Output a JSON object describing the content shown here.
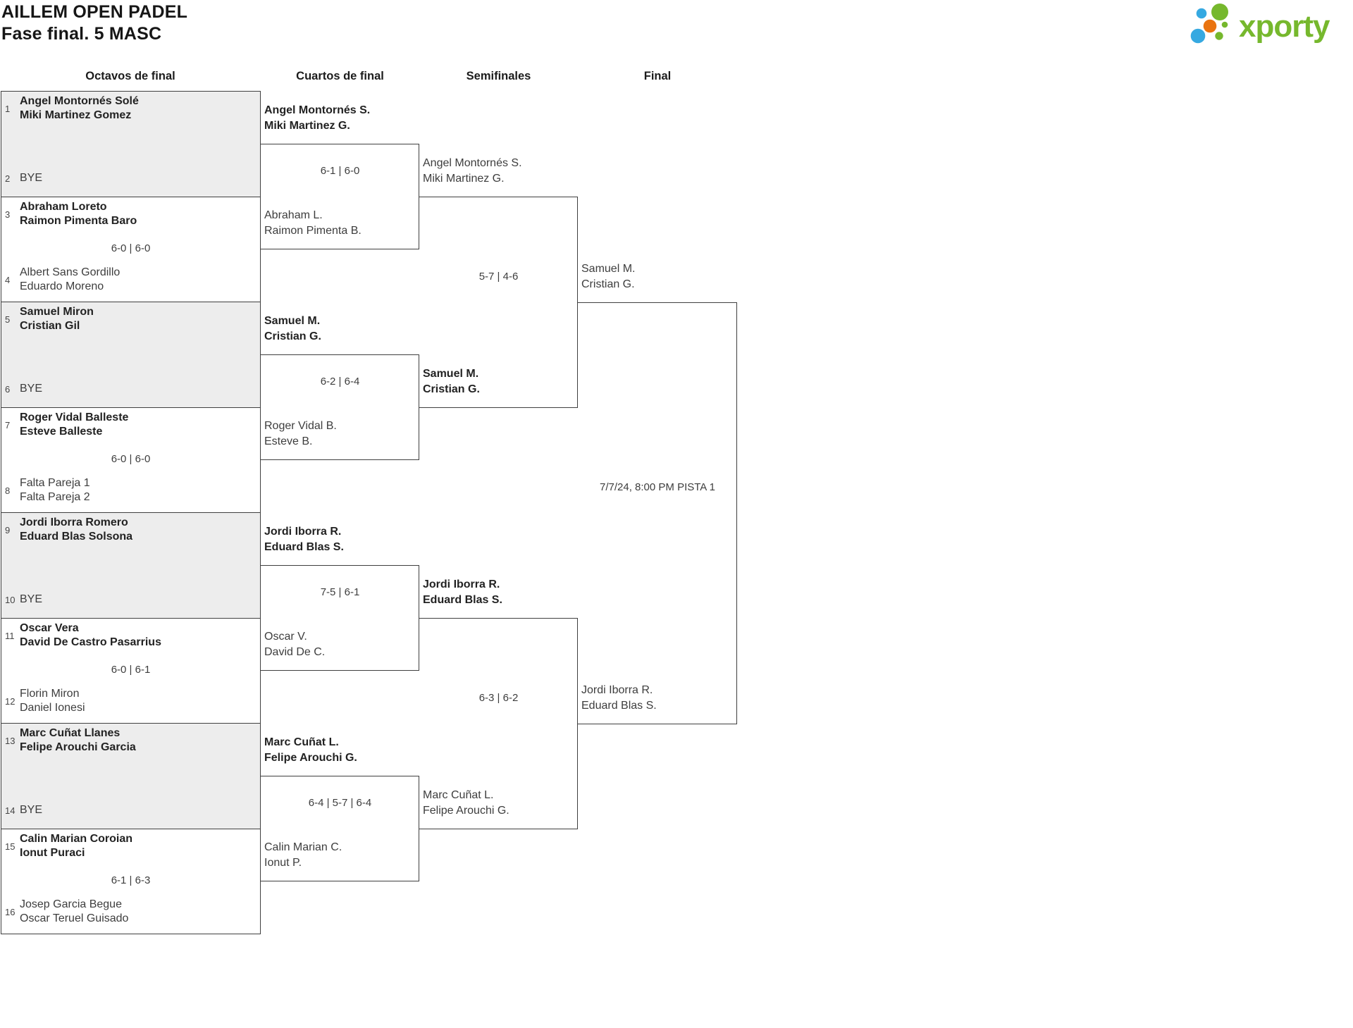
{
  "header": {
    "title": "AILLEM OPEN PADEL",
    "subtitle": "Fase final. 5 MASC"
  },
  "logo": {
    "brand": "xporty",
    "green": "#76b82d",
    "blue": "#36a9e1",
    "orange": "#e97410"
  },
  "round_headers": [
    "Octavos de final",
    "Cuartos de final",
    "Semifinales",
    "Final"
  ],
  "bracket": {
    "octavos": [
      {
        "top_seed": "1",
        "top": [
          "Angel Montornés Solé",
          "Miki Martinez Gomez"
        ],
        "top_winner": true,
        "bottom_seed": "2",
        "bottom": [
          "BYE"
        ],
        "bye": true,
        "score": ""
      },
      {
        "top_seed": "3",
        "top": [
          "Abraham Loreto",
          "Raimon Pimenta Baro"
        ],
        "top_winner": true,
        "bottom_seed": "4",
        "bottom": [
          "Albert Sans Gordillo",
          "Eduardo Moreno"
        ],
        "bye": false,
        "score": "6-0 | 6-0"
      },
      {
        "top_seed": "5",
        "top": [
          "Samuel Miron",
          "Cristian Gil"
        ],
        "top_winner": true,
        "bottom_seed": "6",
        "bottom": [
          "BYE"
        ],
        "bye": true,
        "score": ""
      },
      {
        "top_seed": "7",
        "top": [
          "Roger Vidal Balleste",
          "Esteve Balleste"
        ],
        "top_winner": true,
        "bottom_seed": "8",
        "bottom": [
          "Falta Pareja 1",
          "Falta Pareja 2"
        ],
        "bye": false,
        "score": "6-0 | 6-0"
      },
      {
        "top_seed": "9",
        "top": [
          "Jordi Iborra Romero",
          "Eduard Blas Solsona"
        ],
        "top_winner": true,
        "bottom_seed": "10",
        "bottom": [
          "BYE"
        ],
        "bye": true,
        "score": ""
      },
      {
        "top_seed": "11",
        "top": [
          "Oscar Vera",
          "David De Castro Pasarrius"
        ],
        "top_winner": true,
        "bottom_seed": "12",
        "bottom": [
          "Florin Miron",
          "Daniel Ionesi"
        ],
        "bye": false,
        "score": "6-0 | 6-1"
      },
      {
        "top_seed": "13",
        "top": [
          "Marc Cuñat Llanes",
          "Felipe Arouchi Garcia"
        ],
        "top_winner": true,
        "bottom_seed": "14",
        "bottom": [
          "BYE"
        ],
        "bye": true,
        "score": ""
      },
      {
        "top_seed": "15",
        "top": [
          "Calin Marian Coroian",
          "Ionut Puraci"
        ],
        "top_winner": true,
        "bottom_seed": "16",
        "bottom": [
          "Josep Garcia Begue",
          "Oscar Teruel Guisado"
        ],
        "bye": false,
        "score": "6-1 | 6-3"
      }
    ],
    "cuartos": [
      {
        "top": [
          "Angel Montornés S.",
          "Miki Martinez G."
        ],
        "top_winner": true,
        "bottom": [
          "Abraham L.",
          "Raimon Pimenta B."
        ],
        "bottom_winner": false,
        "score": "6-1 | 6-0"
      },
      {
        "top": [
          "Samuel M.",
          "Cristian G."
        ],
        "top_winner": true,
        "bottom": [
          "Roger Vidal B.",
          "Esteve B."
        ],
        "bottom_winner": false,
        "score": "6-2 | 6-4"
      },
      {
        "top": [
          "Jordi Iborra R.",
          "Eduard Blas S."
        ],
        "top_winner": true,
        "bottom": [
          "Oscar V.",
          "David De C."
        ],
        "bottom_winner": false,
        "score": "7-5 | 6-1"
      },
      {
        "top": [
          "Marc Cuñat L.",
          "Felipe Arouchi G."
        ],
        "top_winner": true,
        "bottom": [
          "Calin Marian C.",
          "Ionut P."
        ],
        "bottom_winner": false,
        "score": "6-4 | 5-7 | 6-4"
      }
    ],
    "semifinales": [
      {
        "top": [
          "Angel Montornés S.",
          "Miki Martinez G."
        ],
        "top_winner": false,
        "bottom": [
          "Samuel M.",
          "Cristian G."
        ],
        "bottom_winner": true,
        "score": "5-7 | 4-6"
      },
      {
        "top": [
          "Jordi Iborra R.",
          "Eduard Blas S."
        ],
        "top_winner": true,
        "bottom": [
          "Marc Cuñat L.",
          "Felipe Arouchi G."
        ],
        "bottom_winner": false,
        "score": "6-3 | 6-2"
      }
    ],
    "final": {
      "top": [
        "Samuel M.",
        "Cristian G."
      ],
      "top_winner": false,
      "bottom": [
        "Jordi Iborra R.",
        "Eduard Blas S."
      ],
      "bottom_winner": false,
      "schedule": "7/7/24, 8:00 PM PISTA 1"
    }
  }
}
